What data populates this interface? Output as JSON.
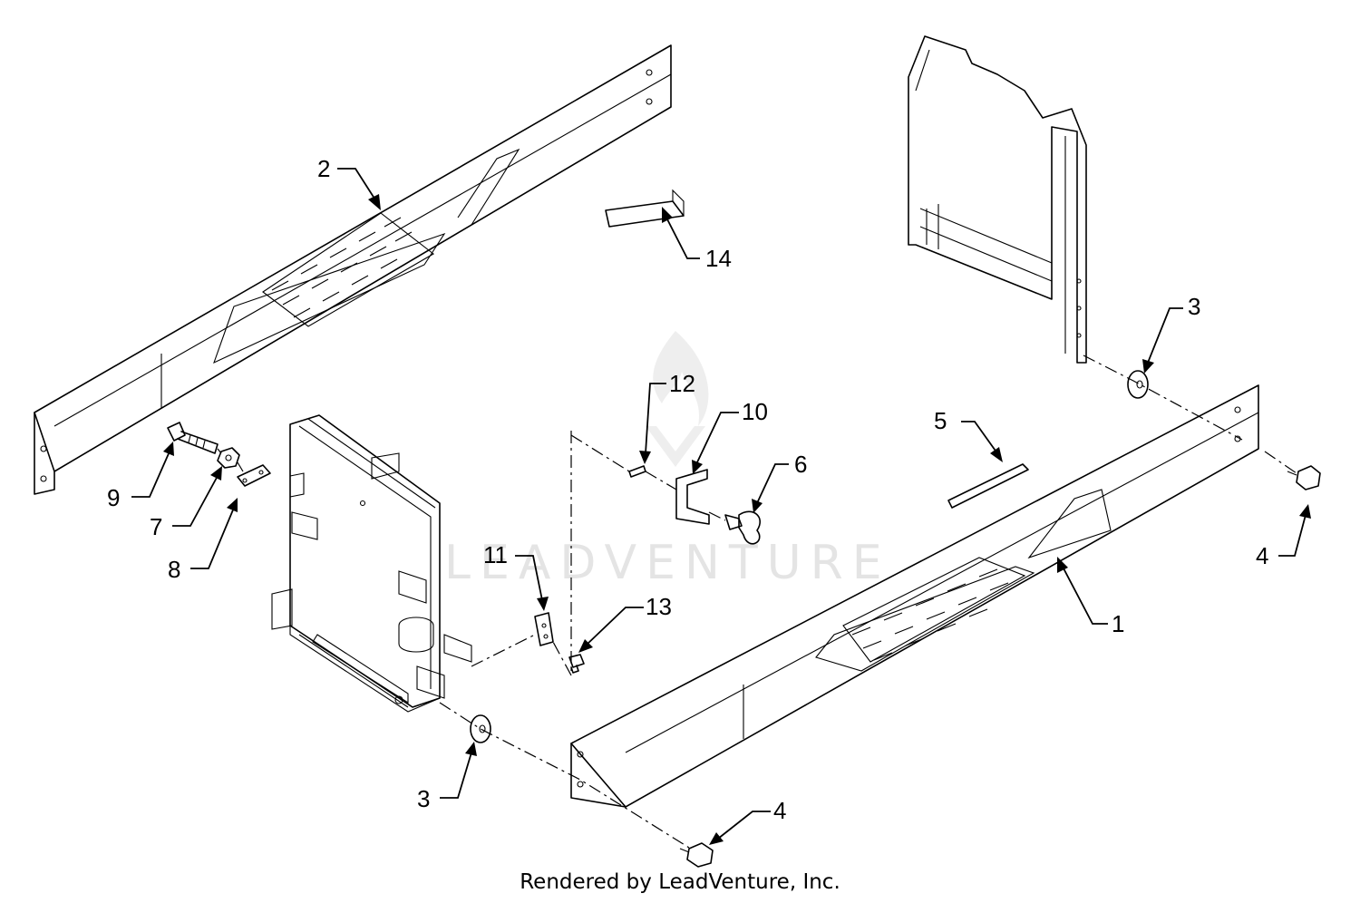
{
  "diagram": {
    "watermark": "LEADVENTURE",
    "footer": "Rendered by LeadVenture, Inc.",
    "callouts": [
      {
        "id": "c1",
        "label": "1"
      },
      {
        "id": "c2",
        "label": "2"
      },
      {
        "id": "c3a",
        "label": "3"
      },
      {
        "id": "c3b",
        "label": "3"
      },
      {
        "id": "c4a",
        "label": "4"
      },
      {
        "id": "c4b",
        "label": "4"
      },
      {
        "id": "c5",
        "label": "5"
      },
      {
        "id": "c6",
        "label": "6"
      },
      {
        "id": "c7",
        "label": "7"
      },
      {
        "id": "c8",
        "label": "8"
      },
      {
        "id": "c9",
        "label": "9"
      },
      {
        "id": "c10",
        "label": "10"
      },
      {
        "id": "c11",
        "label": "11"
      },
      {
        "id": "c12",
        "label": "12"
      },
      {
        "id": "c13",
        "label": "13"
      },
      {
        "id": "c14",
        "label": "14"
      }
    ]
  }
}
